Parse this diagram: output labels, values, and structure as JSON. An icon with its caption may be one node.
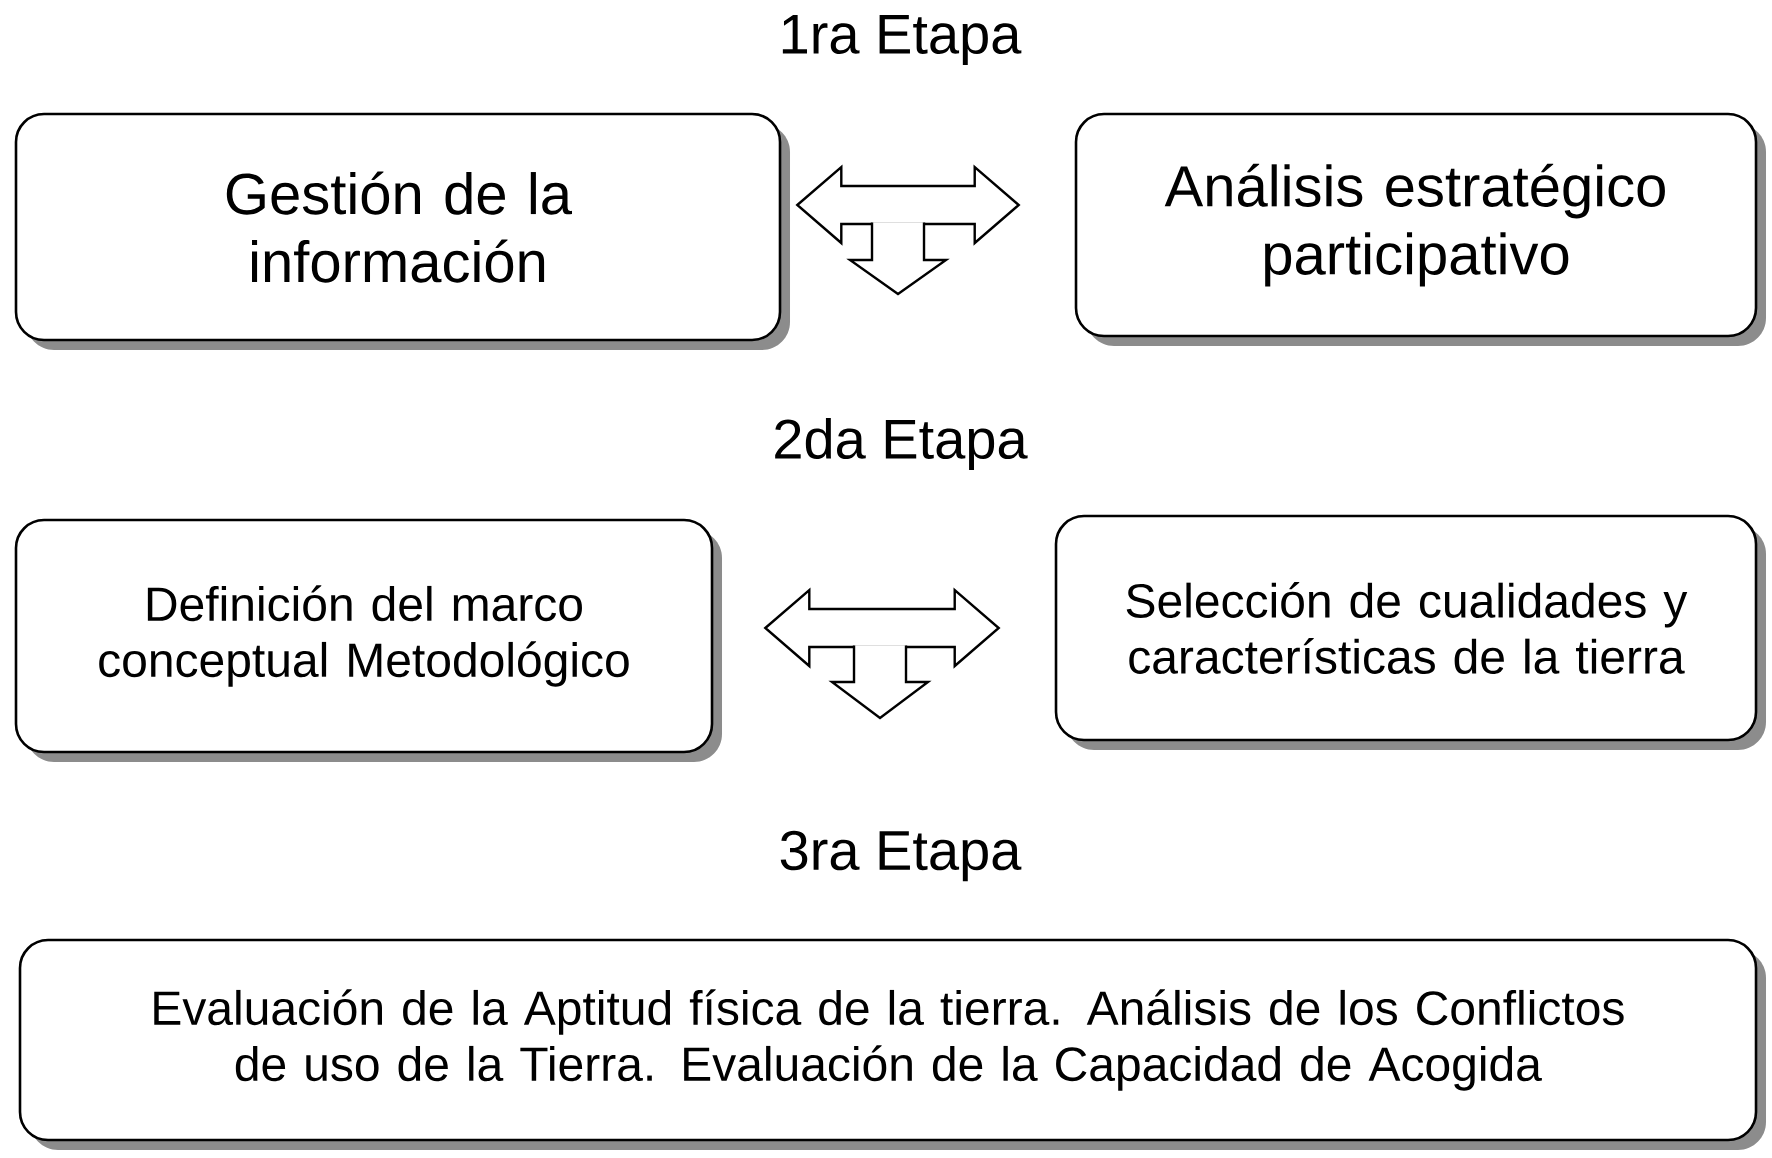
{
  "diagram": {
    "nodes": [
      {
        "text": [
          "1ra Etapa"
        ]
      },
      {
        "text": [
          "Gestión de la información"
        ]
      },
      {
        "text": [
          "Análisis estratégico participativo"
        ]
      },
      {
        "text": [
          "2da Etapa"
        ]
      },
      {
        "text": [
          "Definición del marco conceptual Metodológico"
        ]
      },
      {
        "text": [
          "Selección de cualidades y características de la tierra"
        ]
      },
      {
        "text": [
          "3ra Etapa"
        ]
      },
      {
        "text": [
          "Evaluación de la Aptitud física de la tierra. Análisis de los Conflictos de uso de la Tierra. Evaluación de la Capacidad de Acogida"
        ]
      }
    ],
    "edges": [
      {
        "from": 1,
        "to": 2,
        "arrow": "both"
      },
      {
        "from": 4,
        "to": 5,
        "arrow": "both"
      }
    ]
  }
}
